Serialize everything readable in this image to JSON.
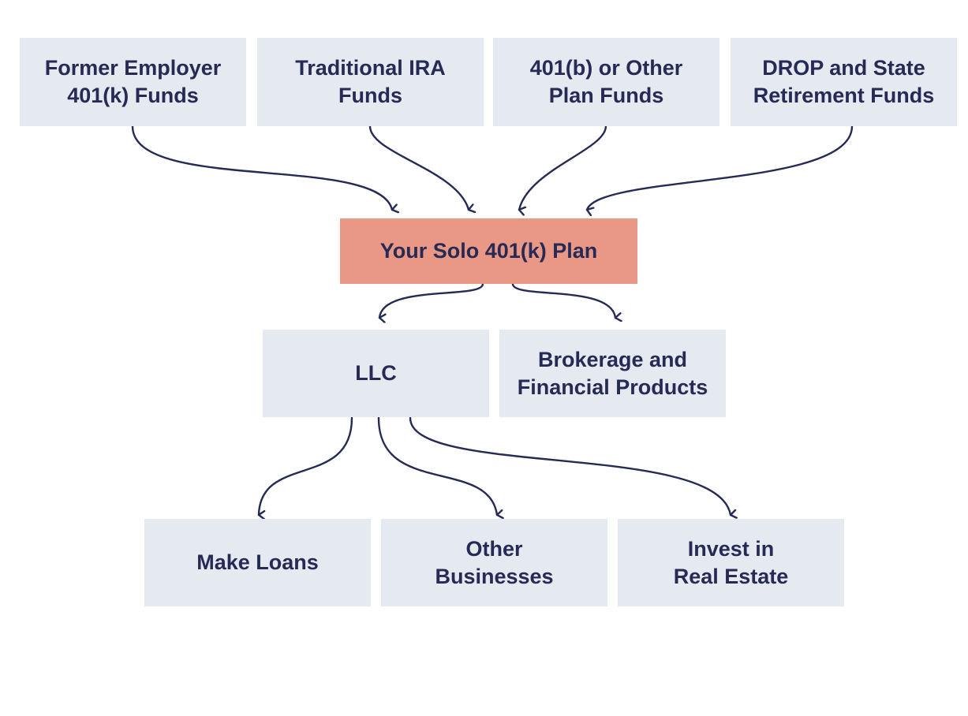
{
  "sources": {
    "former_employer": [
      "Former Employer",
      "401(k) Funds"
    ],
    "traditional_ira": [
      "Traditional IRA",
      "Funds"
    ],
    "plan_401b": [
      "401(b) or Other",
      "Plan Funds"
    ],
    "drop_state": [
      "DROP and State",
      "Retirement Funds"
    ]
  },
  "plan": {
    "label": "Your Solo 401(k) Plan"
  },
  "vehicles": {
    "llc": [
      "LLC"
    ],
    "brokerage": [
      "Brokerage and",
      "Financial Products"
    ]
  },
  "uses": {
    "make_loans": [
      "Make Loans"
    ],
    "other_businesses": [
      "Other",
      "Businesses"
    ],
    "real_estate": [
      "Invest in",
      "Real Estate"
    ]
  },
  "colors": {
    "box": "#e5e9f0",
    "plan_box": "#e99886",
    "text": "#262a55",
    "arrow": "#262a55"
  }
}
